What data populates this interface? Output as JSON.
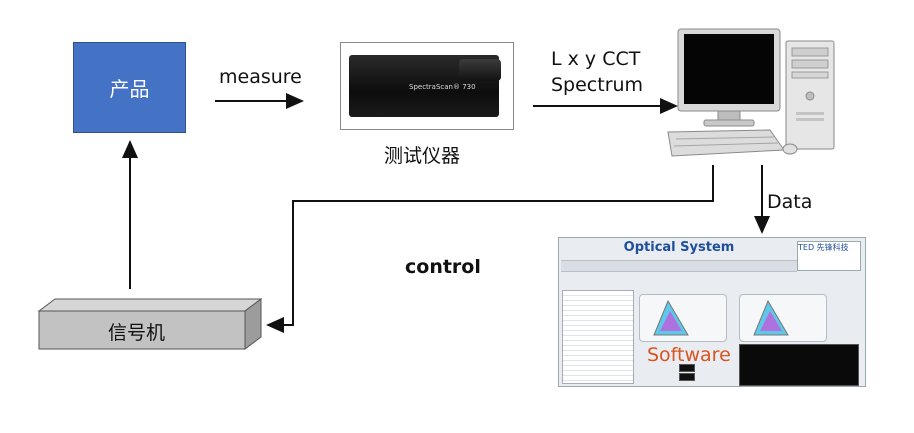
{
  "nodes": {
    "product": "产品",
    "instrument": "测试仪器",
    "instrument_brand": "SpectraScan® 730",
    "signal_generator": "信号机",
    "software": "Software"
  },
  "edges": {
    "measure": "measure",
    "output_line1": "L x y CCT",
    "output_line2": "Spectrum",
    "data": "Data",
    "control": "control"
  },
  "software_screen": {
    "title": "Optical System",
    "logo": "TED 先锋科技"
  },
  "colors": {
    "product_fill": "#4472c4",
    "software_text": "#d9541e",
    "software_title": "#1f4e9a"
  }
}
